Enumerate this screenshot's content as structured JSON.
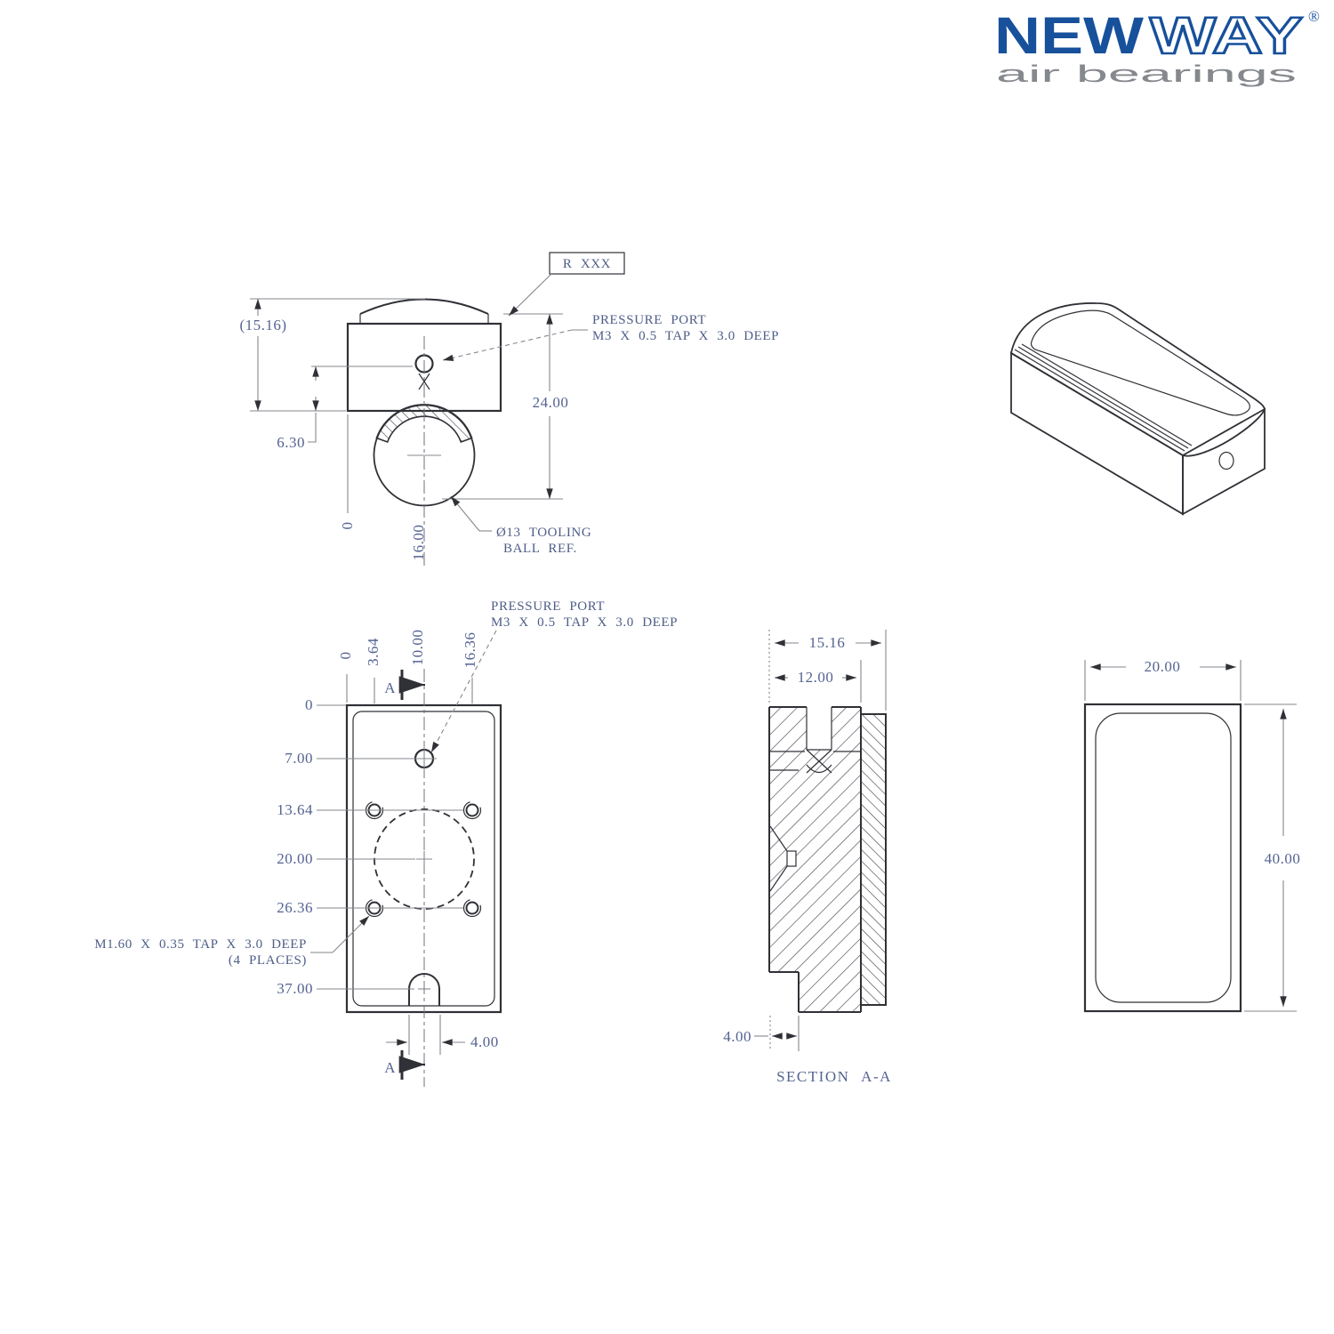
{
  "logo": {
    "word_solid": "NEW",
    "word_outline": "WAY",
    "registered": "®",
    "tagline": "air bearings"
  },
  "callouts": {
    "radius_ref": "R XXX",
    "pressure_port_1": "PRESSURE PORT",
    "pressure_port_2": "M3 X 0.5 TAP X 3.0 DEEP",
    "tooling_ball_1": "Ø13 TOOLING",
    "tooling_ball_2": "BALL REF.",
    "tap_holes_1": "M1.60 X 0.35 TAP X 3.0 DEEP",
    "tap_holes_2": "(4 PLACES)"
  },
  "front_view": {
    "dim_height_ref": "(15.16)",
    "dim_port_height": "6.30",
    "dim_24": "24.00",
    "ord_0": "0",
    "ord_16": "16.00"
  },
  "plan_view": {
    "ord_top": [
      "0",
      "3.64",
      "10.00",
      "16.36"
    ],
    "ord_left": [
      "0",
      "7.00",
      "13.64",
      "20.00",
      "26.36",
      "37.00"
    ],
    "dim_notch": "4.00",
    "section_letter_top": "A",
    "section_letter_bottom": "A"
  },
  "section_view": {
    "dim_width": "15.16",
    "dim_body": "12.00",
    "dim_relief": "4.00",
    "title": "SECTION A-A"
  },
  "side_view": {
    "dim_width": "20.00",
    "dim_height": "40.00"
  },
  "colors": {
    "line_ink": "#2f3136",
    "dim_line": "#85878d",
    "dim_text": "#546392",
    "logo_blue": "#17509b",
    "tagline_gray": "#85888d"
  }
}
